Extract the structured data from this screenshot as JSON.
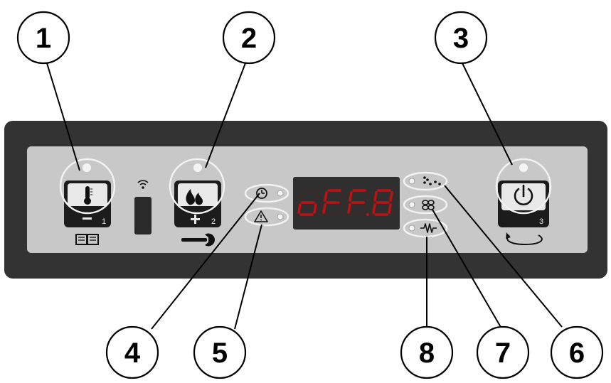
{
  "display": {
    "text": "oFF.8",
    "color": "#c01010",
    "bg": "#2f2f2f"
  },
  "buttons": [
    {
      "id": "temp-minus",
      "number": "1",
      "sign": "−",
      "icon": "thermometer-icon",
      "sub_icon": "manual-book-icon"
    },
    {
      "id": "flame-plus",
      "number": "2",
      "sign": "+",
      "icon": "flame-icon",
      "sub_icon": "wrench-icon"
    },
    {
      "id": "power",
      "number": "3",
      "sign": "",
      "icon": "power-icon",
      "sub_icon": "cycle-arrow-icon"
    }
  ],
  "indicators": [
    {
      "icon": "clock-icon"
    },
    {
      "icon": "warning-icon"
    },
    {
      "icon": "pellet-feed-icon"
    },
    {
      "icon": "fan-icon"
    },
    {
      "icon": "heating-element-icon"
    }
  ],
  "callouts": [
    "1",
    "2",
    "3",
    "4",
    "5",
    "6",
    "7",
    "8"
  ],
  "colors": {
    "bezel": "#333333",
    "face": "#c8c8c8",
    "ring": "#f2f2f2",
    "led": "#f4f4f4"
  }
}
